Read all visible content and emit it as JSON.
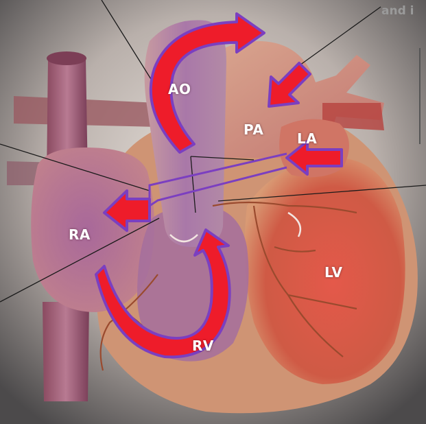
{
  "labels": {
    "ao": "AO",
    "pa": "PA",
    "la": "LA",
    "ra": "RA",
    "lv": "LV",
    "rv": "RV"
  },
  "corner_text": "and i",
  "colors": {
    "background": "#6d6a6b",
    "heart_body": "#c98a6a",
    "left_ventricle": "#d84b3d",
    "right_side": "#9c6a98",
    "flow_arrow_fill": "#ee1c2a",
    "flow_arrow_outline": "#7b3fc0",
    "leader_line": "#1a1a1a"
  }
}
